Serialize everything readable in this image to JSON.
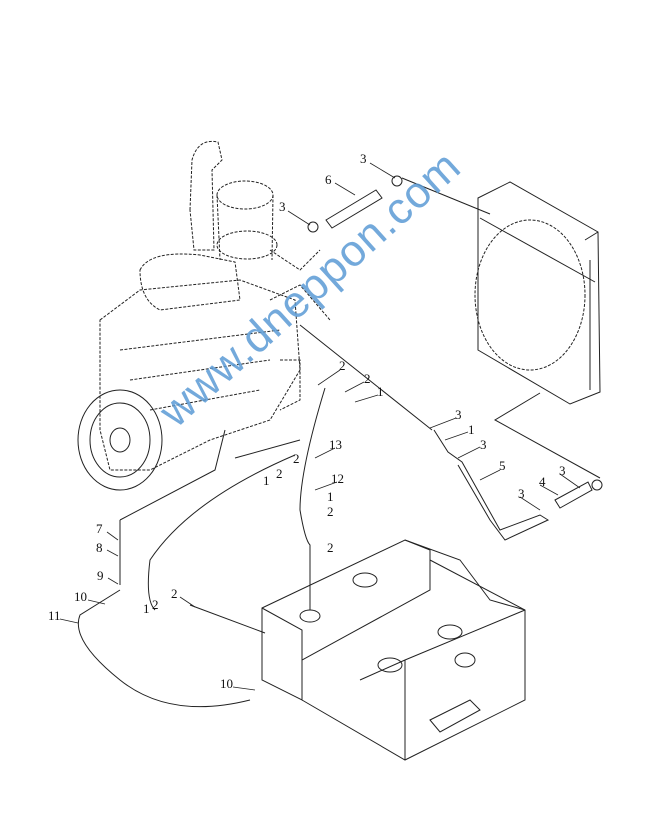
{
  "diagram": {
    "callouts": [
      "3",
      "6",
      "3",
      "2",
      "2",
      "1",
      "13",
      "12",
      "1",
      "2",
      "2",
      "3",
      "1",
      "3",
      "5",
      "3",
      "4",
      "3",
      "7",
      "8",
      "9",
      "10",
      "11",
      "2",
      "1",
      "2",
      "10",
      "1",
      "2",
      "2"
    ],
    "watermark": "www.dneppon.com"
  }
}
